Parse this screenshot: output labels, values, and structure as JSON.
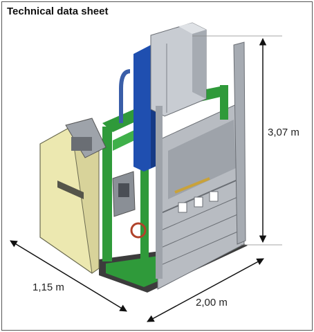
{
  "title": "Technical data sheet",
  "dimensions": {
    "height": "3,07 m",
    "depth": "1,15 m",
    "width": "2,00 m"
  },
  "colors": {
    "door_panel": "#ece8b0",
    "frame_green": "#2f9a3a",
    "hydraulic_blue": "#1f4fb0",
    "steel": "#b8bcc2",
    "frame_border": "#555555"
  }
}
